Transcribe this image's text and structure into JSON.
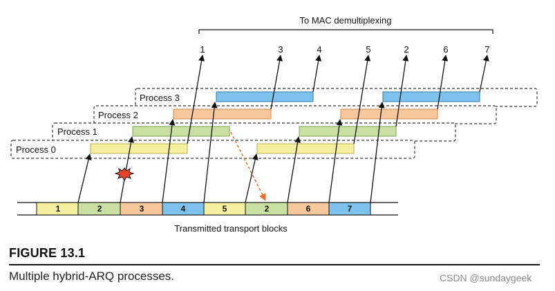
{
  "top_label": "To MAC demultiplexing",
  "top_numbers": [
    "1",
    "3",
    "4",
    "5",
    "2",
    "6",
    "7"
  ],
  "processes": [
    {
      "label": "Process 3",
      "color": "#7cc2ea",
      "stroke": "#2e7bb6"
    },
    {
      "label": "Process 2",
      "color": "#f6c79a",
      "stroke": "#d78a46"
    },
    {
      "label": "Process 1",
      "color": "#c9e0a2",
      "stroke": "#7fa652"
    },
    {
      "label": "Process 0",
      "color": "#f4f0a0",
      "stroke": "#b8ae4a"
    }
  ],
  "blocks": [
    {
      "label": "1",
      "color": "#f4f0a0"
    },
    {
      "label": "2",
      "color": "#c9e0a2"
    },
    {
      "label": "3",
      "color": "#f6c79a"
    },
    {
      "label": "4",
      "color": "#7cc2ea"
    },
    {
      "label": "5",
      "color": "#f4f0a0"
    },
    {
      "label": "2",
      "color": "#c9e0a2"
    },
    {
      "label": "6",
      "color": "#f6c79a"
    },
    {
      "label": "7",
      "color": "#7cc2ea"
    }
  ],
  "bottom_label": "Transmitted transport blocks",
  "figure": {
    "number": "FIGURE 13.1",
    "caption": "Multiple hybrid-ARQ processes."
  },
  "watermark": "CSDN @sundaygeek"
}
